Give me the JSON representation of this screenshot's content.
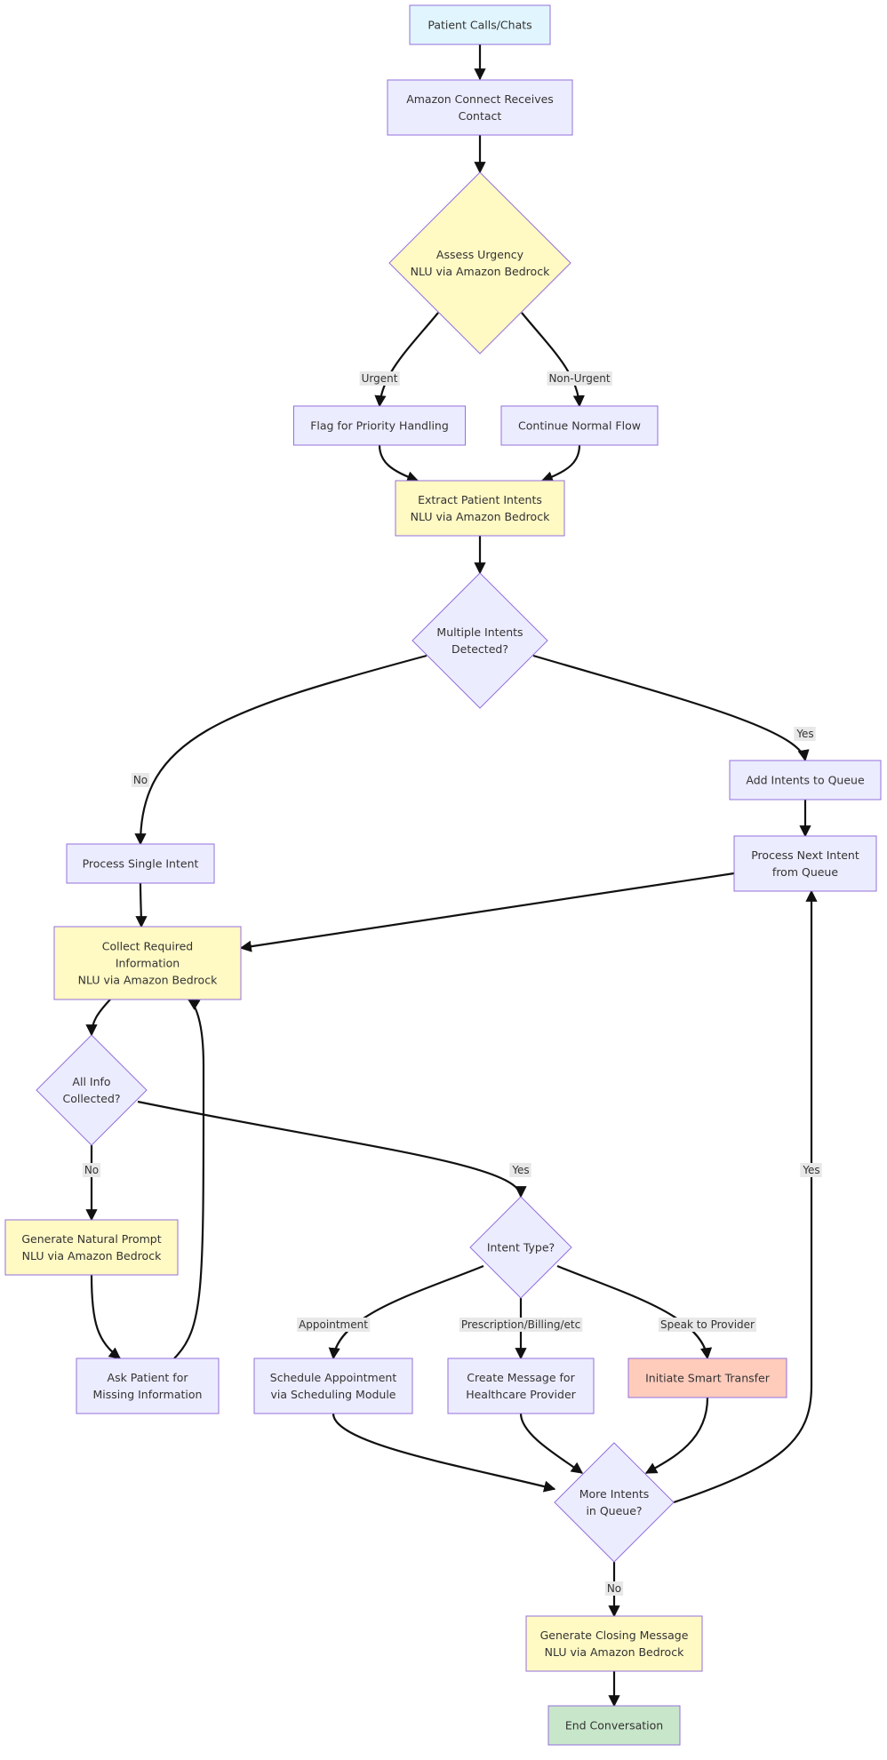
{
  "colors": {
    "default_fill": "#ECECFF",
    "default_stroke": "#9370DB",
    "start_fill": "#E1F5FE",
    "ai_fill": "#FFF9C4",
    "transfer_fill": "#FFCCBC",
    "end_fill": "#C8E6C9",
    "edge": "#111111",
    "label_bg": "#E8E8E8"
  },
  "nodes": {
    "patient_calls": {
      "lines": [
        "Patient Calls/Chats"
      ]
    },
    "connect_receives": {
      "lines": [
        "Amazon Connect Receives",
        "Contact"
      ]
    },
    "assess_urgency": {
      "lines": [
        "Assess Urgency",
        "NLU via Amazon Bedrock"
      ]
    },
    "flag_priority": {
      "lines": [
        "Flag for Priority Handling"
      ]
    },
    "continue_normal": {
      "lines": [
        "Continue Normal Flow"
      ]
    },
    "extract_intents": {
      "lines": [
        "Extract Patient Intents",
        "NLU via Amazon Bedrock"
      ]
    },
    "multiple_intents": {
      "lines": [
        "Multiple Intents",
        "Detected?"
      ]
    },
    "add_intents_queue": {
      "lines": [
        "Add Intents to Queue"
      ]
    },
    "process_single": {
      "lines": [
        "Process Single Intent"
      ]
    },
    "process_next": {
      "lines": [
        "Process Next Intent",
        "from Queue"
      ]
    },
    "collect_info": {
      "lines": [
        "Collect Required",
        "Information",
        "NLU via Amazon Bedrock"
      ]
    },
    "all_info": {
      "lines": [
        "All Info",
        "Collected?"
      ]
    },
    "generate_prompt": {
      "lines": [
        "Generate Natural Prompt",
        "NLU via Amazon Bedrock"
      ]
    },
    "ask_patient": {
      "lines": [
        "Ask Patient for",
        "Missing Information"
      ]
    },
    "intent_type": {
      "lines": [
        "Intent Type?"
      ]
    },
    "schedule_appt": {
      "lines": [
        "Schedule Appointment",
        "via Scheduling Module"
      ]
    },
    "create_message": {
      "lines": [
        "Create Message for",
        "Healthcare Provider"
      ]
    },
    "smart_transfer": {
      "lines": [
        "Initiate Smart Transfer"
      ]
    },
    "more_intents": {
      "lines": [
        "More Intents",
        "in Queue?"
      ]
    },
    "closing_message": {
      "lines": [
        "Generate Closing Message",
        "NLU via Amazon Bedrock"
      ]
    },
    "end_conversation": {
      "lines": [
        "End Conversation"
      ]
    }
  },
  "edge_labels": {
    "urgent": "Urgent",
    "non_urgent": "Non-Urgent",
    "multi_yes": "Yes",
    "multi_no": "No",
    "info_no": "No",
    "info_yes": "Yes",
    "appointment": "Appointment",
    "prescription": "Prescription/Billing/etc",
    "speak_provider": "Speak to Provider",
    "more_yes": "Yes",
    "more_no": "No"
  }
}
